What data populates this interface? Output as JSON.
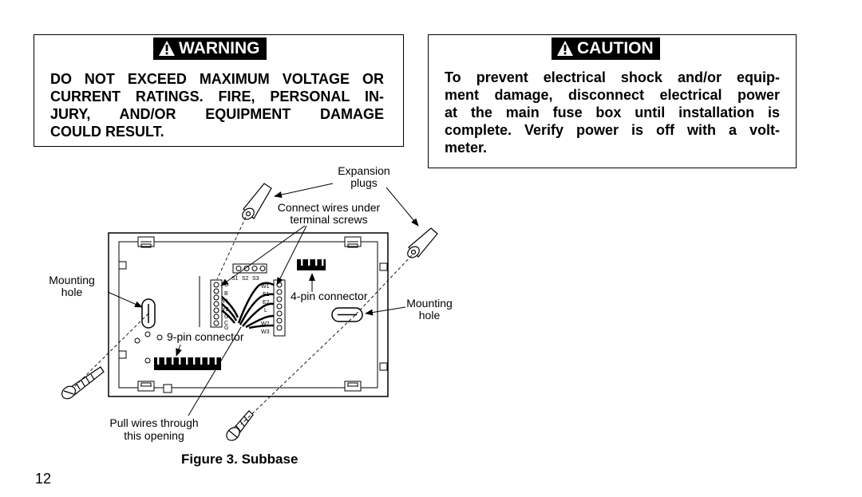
{
  "warning": {
    "header": "WARNING",
    "lines": [
      "DO NOT EXCEED MAXIMUM VOLTAGE OR",
      "CURRENT RATINGS.  FIRE, PERSONAL IN-",
      "JURY, AND/OR EQUIPMENT DAMAGE",
      "COULD RESULT."
    ]
  },
  "caution": {
    "header": "CAUTION",
    "lines": [
      "To prevent electrical shock and/or equip-",
      "ment damage, disconnect electrical power",
      "at the main fuse box until installation is",
      "complete. Verify power is off with a volt-",
      "meter."
    ]
  },
  "figure": {
    "caption": "Figure 3. Subbase",
    "labels": {
      "expansion_1": "Expansion",
      "expansion_2": "plugs",
      "connect_1": "Connect wires under",
      "connect_2": "terminal screws",
      "mount_left_1": "Mounting",
      "mount_left_2": "hole",
      "mount_right_1": "Mounting",
      "mount_right_2": "hole",
      "four_pin": "4-pin connector",
      "nine_pin": "9-pin connector",
      "pull_1": "Pull wires through",
      "pull_2": "this opening"
    },
    "terminals_left": [
      "O",
      "B",
      "Y1",
      "Y2",
      "G",
      "C",
      "G"
    ],
    "terminals_right": [
      "W1",
      "E1",
      "E2",
      "L",
      "W2",
      "W3"
    ],
    "terminals_top": [
      "S1",
      "S2",
      "S3"
    ]
  },
  "page_number": "12"
}
